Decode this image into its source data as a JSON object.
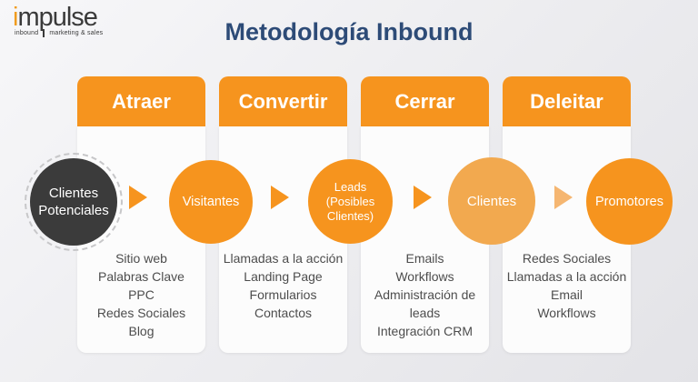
{
  "logo": {
    "name_accent": "i",
    "name_rest": "mpulse",
    "tagline_left": "inbound",
    "tagline_right": "marketing & sales"
  },
  "title": "Metodología Inbound",
  "entry_circle": {
    "label": "Clientes Potenciales"
  },
  "stages": [
    {
      "header": "Atraer",
      "circle_label": "Visitantes",
      "circle_color": "#F6941E",
      "items": [
        "Sitio web",
        "Palabras Clave",
        "PPC",
        "Redes Sociales",
        "Blog"
      ]
    },
    {
      "header": "Convertir",
      "circle_label": "Leads (Posibles Clientes)",
      "circle_color": "#F6941E",
      "items": [
        "Llamadas a la acción",
        "Landing Page",
        "Formularios",
        "Contactos"
      ]
    },
    {
      "header": "Cerrar",
      "circle_label": "Clientes",
      "circle_color": "#F2A94F",
      "items": [
        "Emails",
        "Workflows",
        "Administración de leads",
        "Integración CRM"
      ]
    },
    {
      "header": "Deleitar",
      "circle_label": "Promotores",
      "circle_color": "#F6941E",
      "items": [
        "Redes Sociales",
        "Llamadas a la acción",
        "Email",
        "Workflows"
      ]
    }
  ],
  "colors": {
    "orange": "#F6941E",
    "light_orange": "#F2A94F",
    "light_arrow": "#F5B671",
    "navy_title": "#2D4B77",
    "dark_circle": "#3B3B3B",
    "card_background": "#FCFCFC",
    "list_text": "#4D4D4D",
    "page_background": "#EAEAEC"
  }
}
